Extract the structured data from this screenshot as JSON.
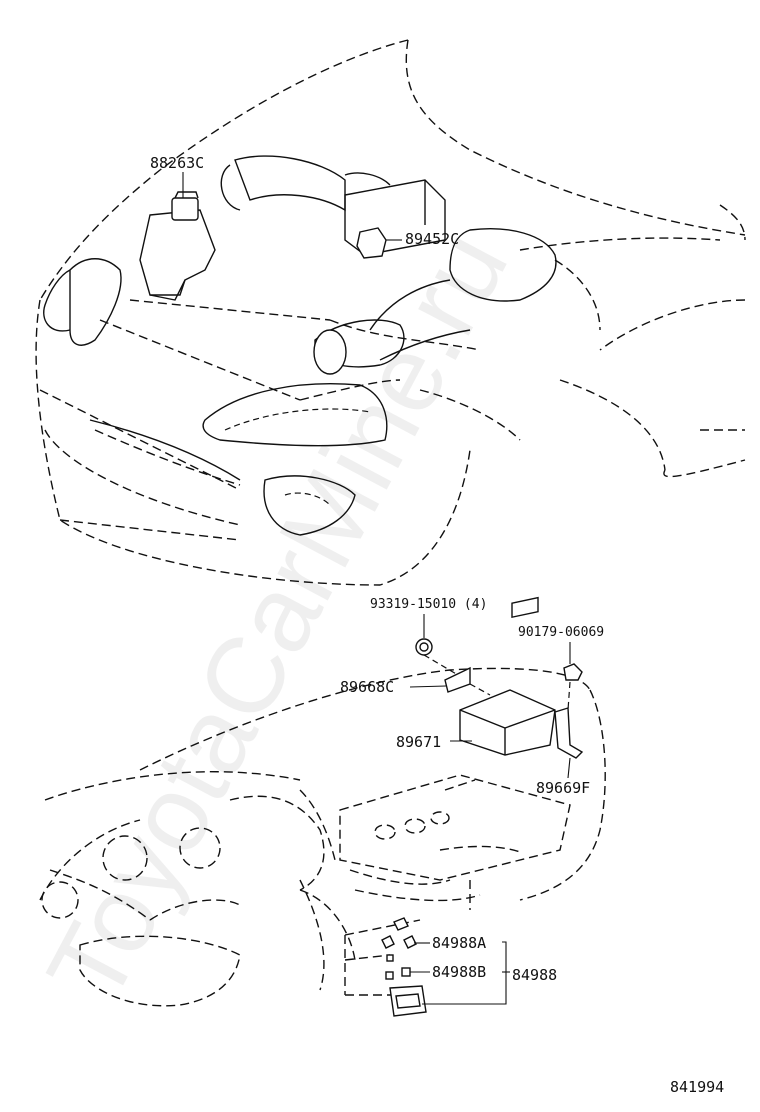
{
  "watermark": "ToyotaCarMine.ru",
  "diagram_id": "841994",
  "labels": {
    "relay_top": "88263C",
    "sensor_top": "89452C",
    "bolt": "93319-15010 (4)",
    "nut": "90179-06069",
    "bracket_left": "89668C",
    "ecu": "89671",
    "bracket_right": "89669F",
    "switch_part_a": "84988A",
    "switch_part_b": "84988B",
    "switch_assy": "84988"
  }
}
